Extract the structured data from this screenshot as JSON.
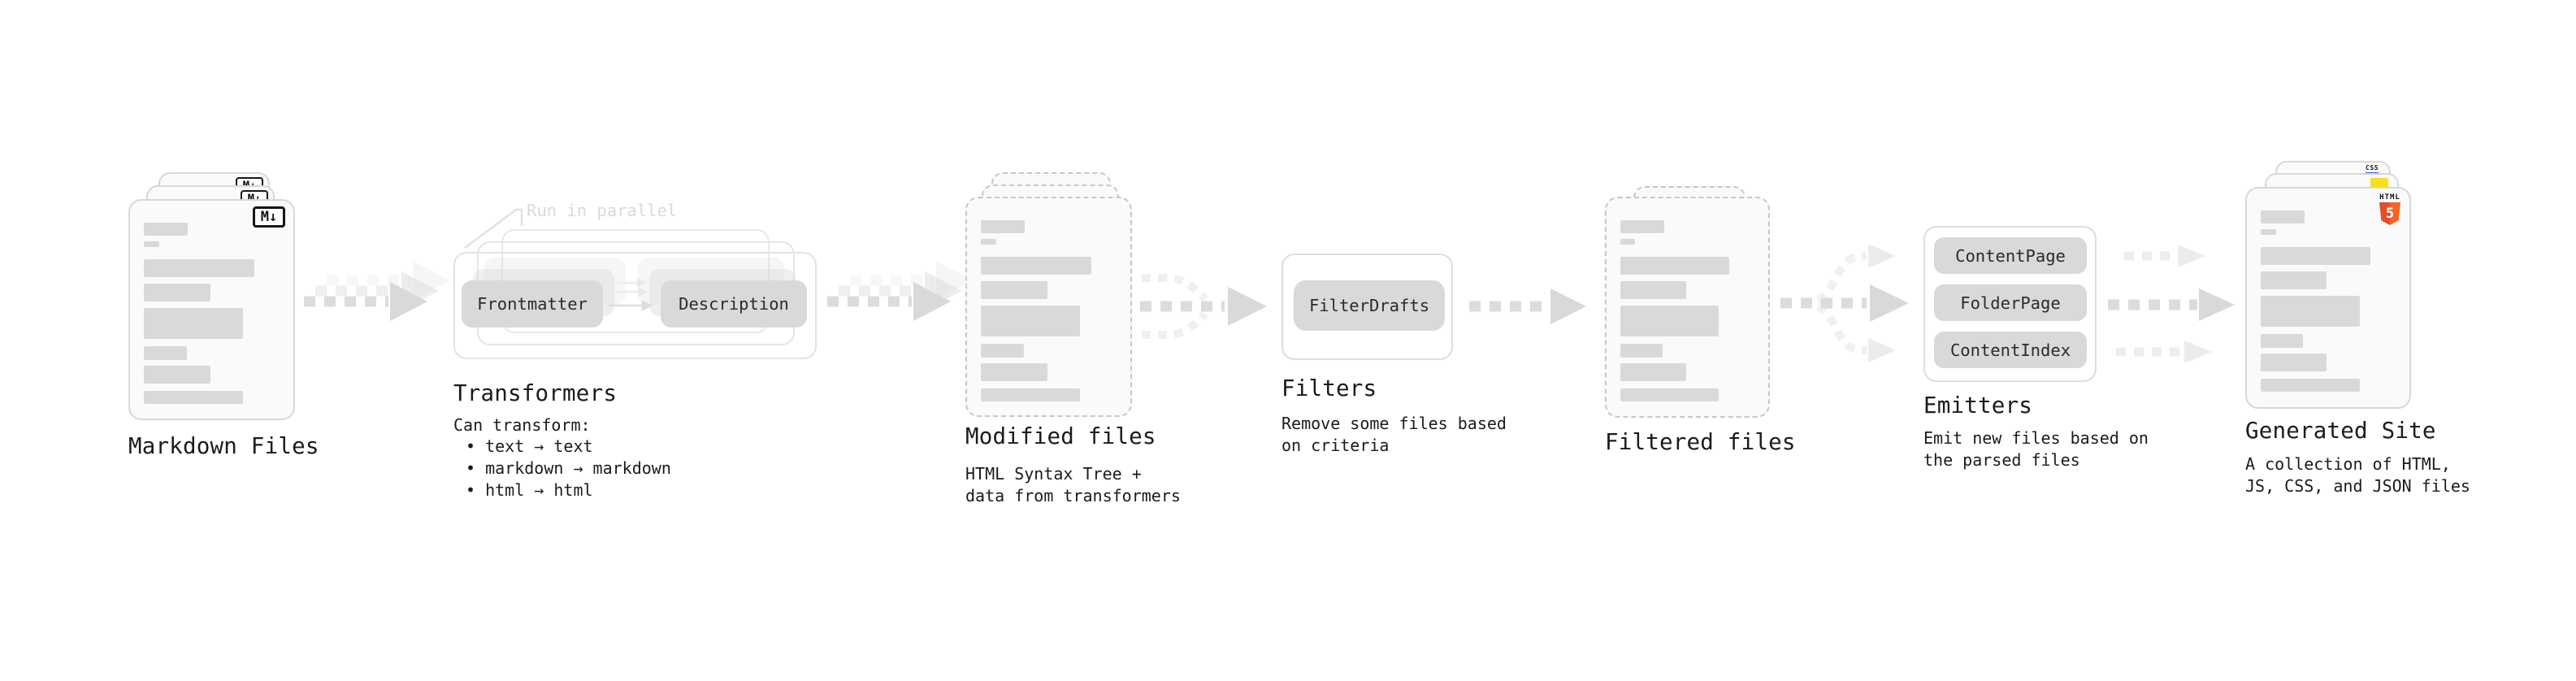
{
  "diagram": {
    "markdown_files": {
      "label": "Markdown Files",
      "badge": "M↓"
    },
    "transformers": {
      "annotation": "Run in parallel",
      "node_left": "Frontmatter",
      "node_right": "Description",
      "title": "Transformers",
      "caption_heading": "Can transform:",
      "bullets": [
        "• text → text",
        "• markdown → markdown",
        "• html → html"
      ]
    },
    "modified_files": {
      "label": "Modified files",
      "caption": "HTML Syntax Tree +\ndata from transformers"
    },
    "filters": {
      "node": "FilterDrafts",
      "title": "Filters",
      "caption": "Remove some files based\non criteria"
    },
    "filtered_files": {
      "label": "Filtered files"
    },
    "emitters": {
      "nodes": [
        "ContentPage",
        "FolderPage",
        "ContentIndex"
      ],
      "title": "Emitters",
      "caption": "Emit new files based on\nthe parsed files"
    },
    "generated_site": {
      "label": "Generated Site",
      "caption": "A collection of HTML,\nJS, CSS, and JSON files",
      "html5_badge_word": "HTML",
      "html5_badge_number": "5",
      "css_badge": "CSS"
    },
    "colors": {
      "card_bg": "#fafafa",
      "card_border": "#d8d8d8",
      "dashed_border": "#c7c7c7",
      "bar": "#d9d9d9",
      "pill": "#d9d9d9",
      "arrow": "#dcdcdc",
      "arrow_light": "#ededed",
      "text": "#1b1b1b",
      "annotation": "#d9d9d9",
      "html5_orange": "#e44d26",
      "js_yellow": "#f7df1e",
      "css_blue": "#2965f1"
    }
  }
}
